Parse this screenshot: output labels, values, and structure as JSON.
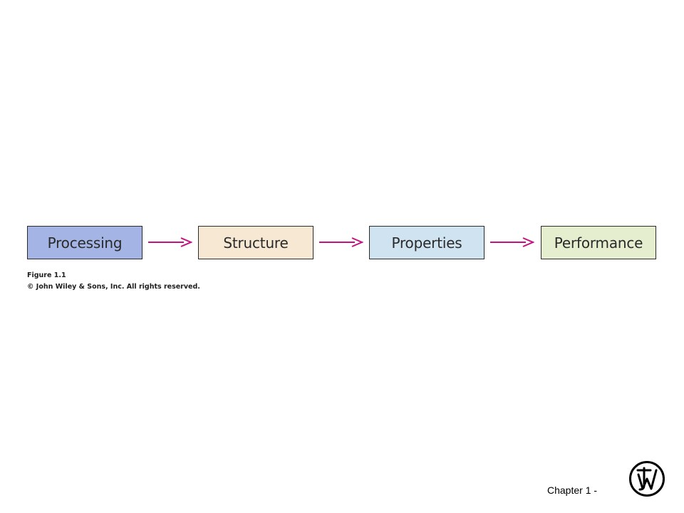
{
  "diagram": {
    "nodes": [
      {
        "label": "Processing",
        "color": "#a4b4e4"
      },
      {
        "label": "Structure",
        "color": "#f6e8d3"
      },
      {
        "label": "Properties",
        "color": "#cfe3f0"
      },
      {
        "label": "Performance",
        "color": "#e5efcf"
      }
    ],
    "edges": [
      {
        "from": "Processing",
        "to": "Structure"
      },
      {
        "from": "Structure",
        "to": "Properties"
      },
      {
        "from": "Properties",
        "to": "Performance"
      }
    ],
    "arrow_color": "#c4127e"
  },
  "caption": {
    "figure": "Figure 1.1",
    "copyright": "© John Wiley & Sons, Inc. All rights reserved."
  },
  "footer": {
    "chapter_label": "Chapter 1 -",
    "logo": "wiley-logo-icon"
  }
}
